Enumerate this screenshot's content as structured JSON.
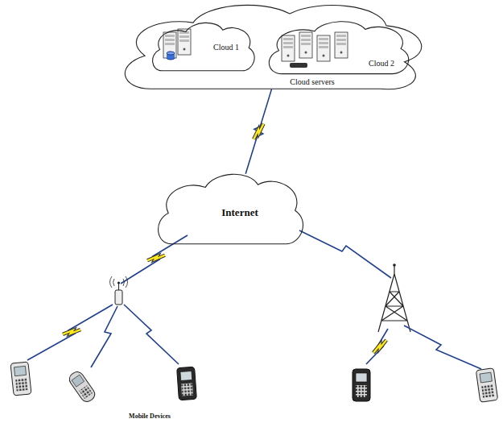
{
  "diagram": {
    "nodes": [
      {
        "text": [
          "Cloud servers"
        ]
      },
      {
        "text": [
          "Cloud 1"
        ],
        "in": 0
      },
      {
        "text": [
          "Cloud 2"
        ],
        "in": 0
      },
      {
        "text": [
          "Internet"
        ]
      }
    ],
    "edges": [
      {
        "from": 0,
        "to": 3,
        "arrow": "none"
      }
    ],
    "labels": [
      "Mobile Devices"
    ]
  }
}
